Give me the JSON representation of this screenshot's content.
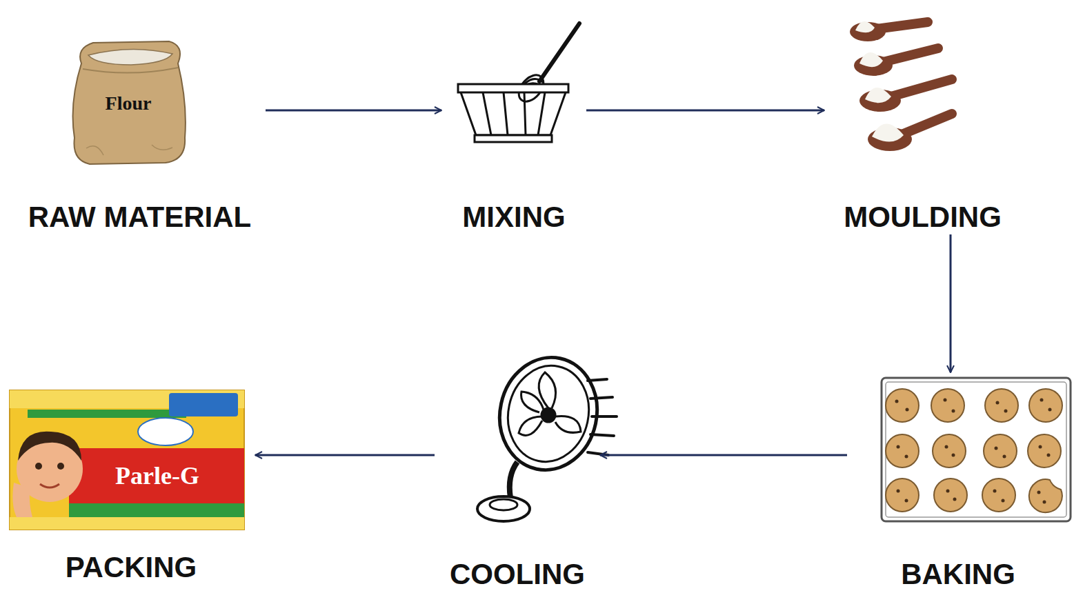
{
  "diagram": {
    "nodes": [
      {
        "text": [
          "RAW MATERIAL"
        ]
      },
      {
        "text": [
          "MIXING"
        ]
      },
      {
        "text": [
          "MOULDING"
        ]
      },
      {
        "text": [
          "BAKING"
        ]
      },
      {
        "text": [
          "COOLING"
        ]
      },
      {
        "text": [
          "PACKING"
        ]
      }
    ],
    "edges": [
      {
        "from": 0,
        "to": 1,
        "arrow": "to"
      },
      {
        "from": 1,
        "to": 2,
        "arrow": "to"
      },
      {
        "from": 2,
        "to": 3,
        "arrow": "to"
      },
      {
        "from": 3,
        "to": 4,
        "arrow": "to"
      },
      {
        "from": 4,
        "to": 5,
        "arrow": "to"
      }
    ],
    "labels": [
      "Flour",
      "Parle-G"
    ]
  }
}
